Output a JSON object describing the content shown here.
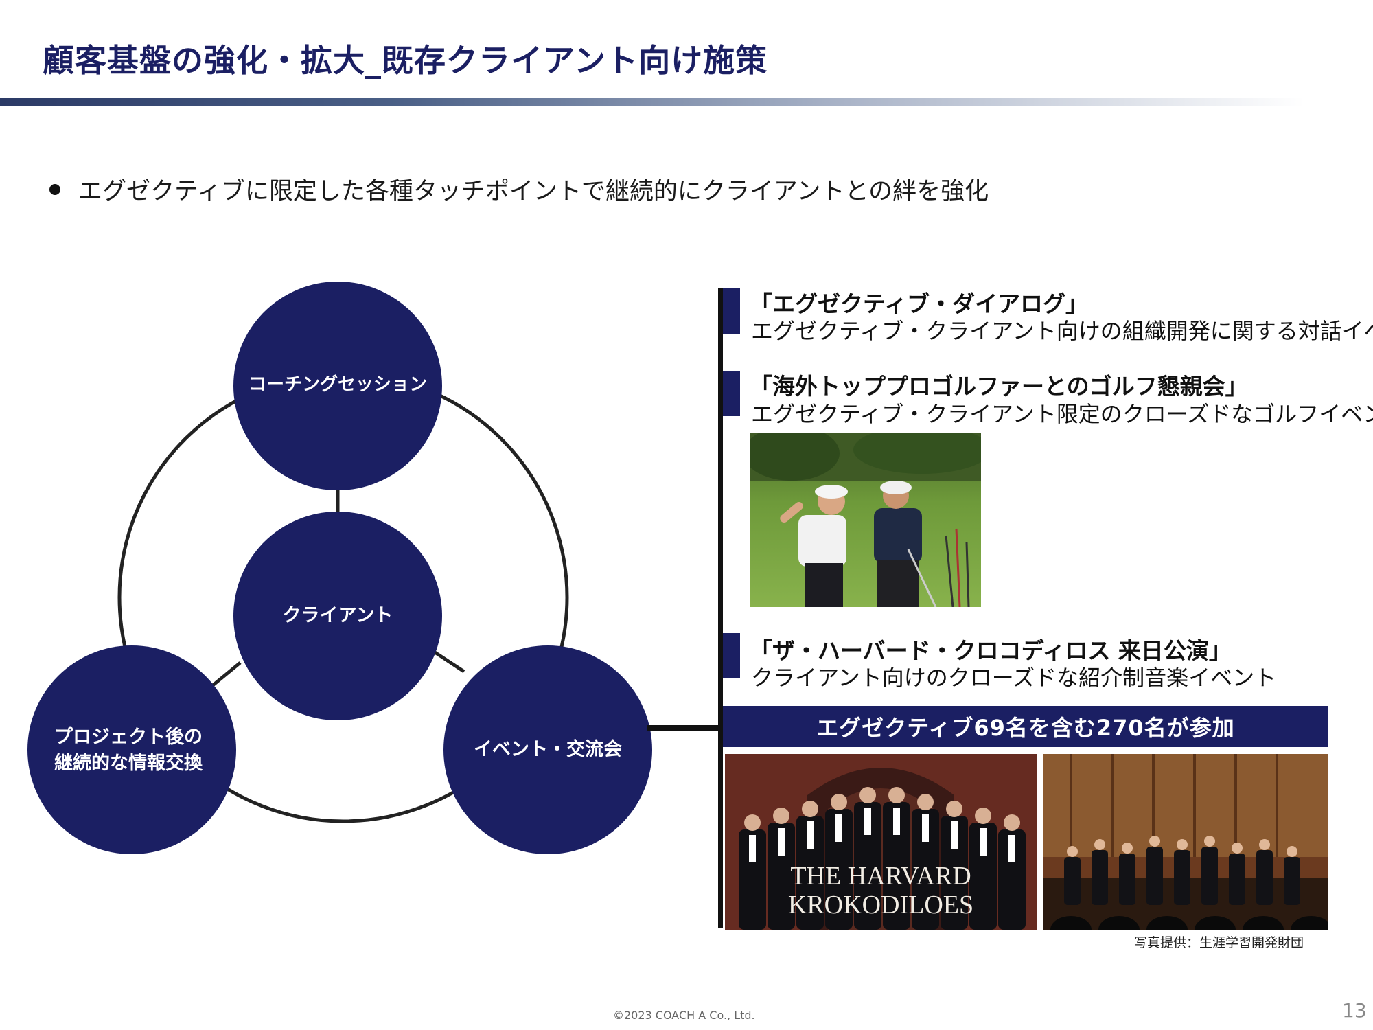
{
  "header": {
    "title": "顧客基盤の強化・拡大_既存クライアント向け施策"
  },
  "bullet": {
    "text": "エグゼクティブに限定した各種タッチポイントで継続的にクライアントとの絆を強化"
  },
  "diagram": {
    "center_label": "クライアント",
    "top_label": "コーチングセッション",
    "left_label_line1": "プロジェクト後の",
    "left_label_line2": "継続的な情報交換",
    "right_label": "イベント・交流会"
  },
  "events": [
    {
      "title": "「エグゼクティブ・ダイアログ」",
      "description": "エグゼクティブ・クライアント向けの組織開発に関する対話イベント"
    },
    {
      "title": "「海外トッププロゴルファーとのゴルフ懇親会」",
      "description": "エグゼクティブ・クライアント限定のクローズドなゴルフイベント"
    },
    {
      "title": "「ザ・ハーバード・クロコディロス 来日公演」",
      "description": "クライアント向けのクローズドな紹介制音楽イベント"
    }
  ],
  "banner": {
    "text": "エグゼクティブ69名を含む270名が参加"
  },
  "photos": {
    "harvard_line1": "THE HARVARD",
    "harvard_line2": "KROKODILOES",
    "credit": "写真提供：生涯学習開発財団"
  },
  "footer": {
    "copyright": "©2023  COACH A Co., Ltd.",
    "page_number": "13"
  },
  "colors": {
    "navy": "#1b1f63",
    "title_bar": "#2b3a66"
  }
}
